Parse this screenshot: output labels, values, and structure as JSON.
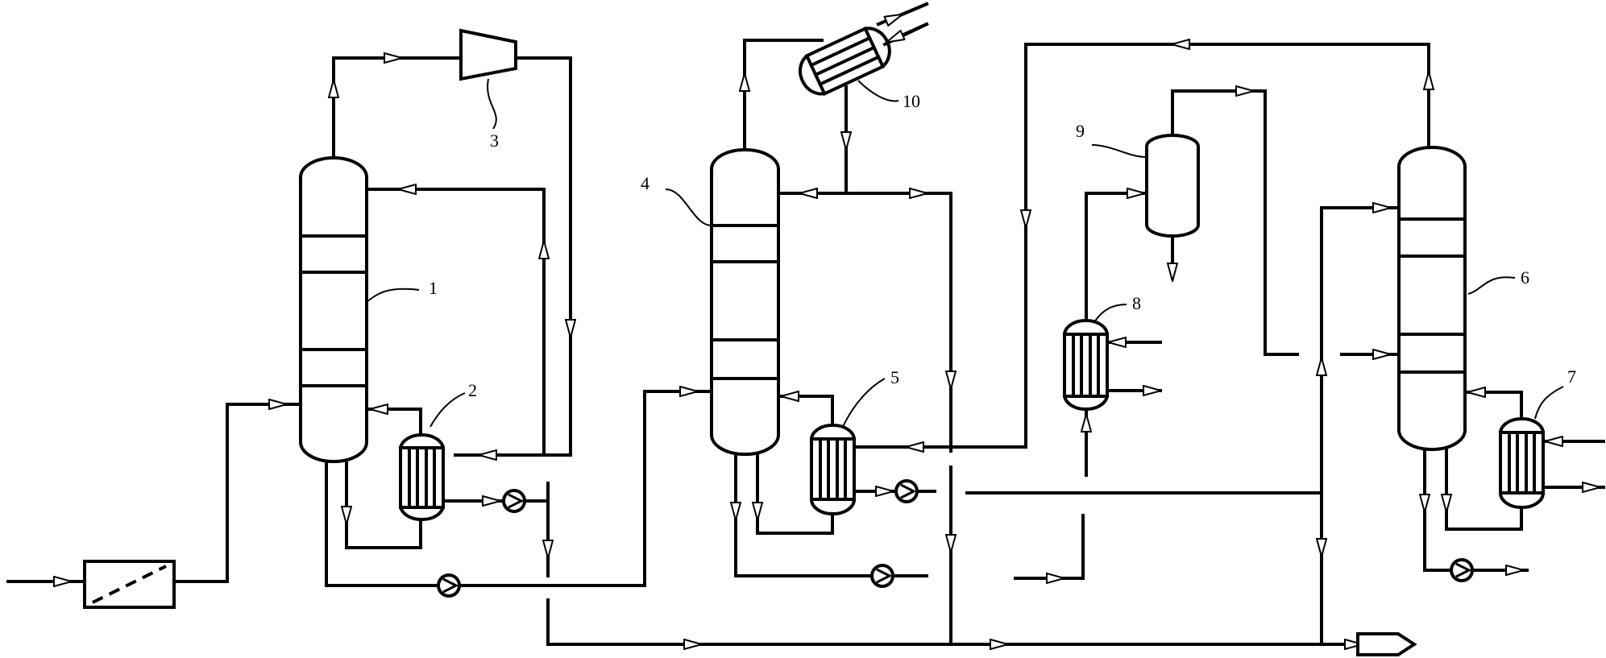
{
  "labels": {
    "column_1": "1",
    "reboiler_2": "2",
    "compressor_3": "3",
    "column_4": "4",
    "reboiler_5": "5",
    "column_6": "6",
    "reboiler_7": "7",
    "exchanger_8": "8",
    "drum_9": "9",
    "condenser_10": "10"
  },
  "colors": {
    "line": "#000000",
    "background": "#ffffff"
  }
}
